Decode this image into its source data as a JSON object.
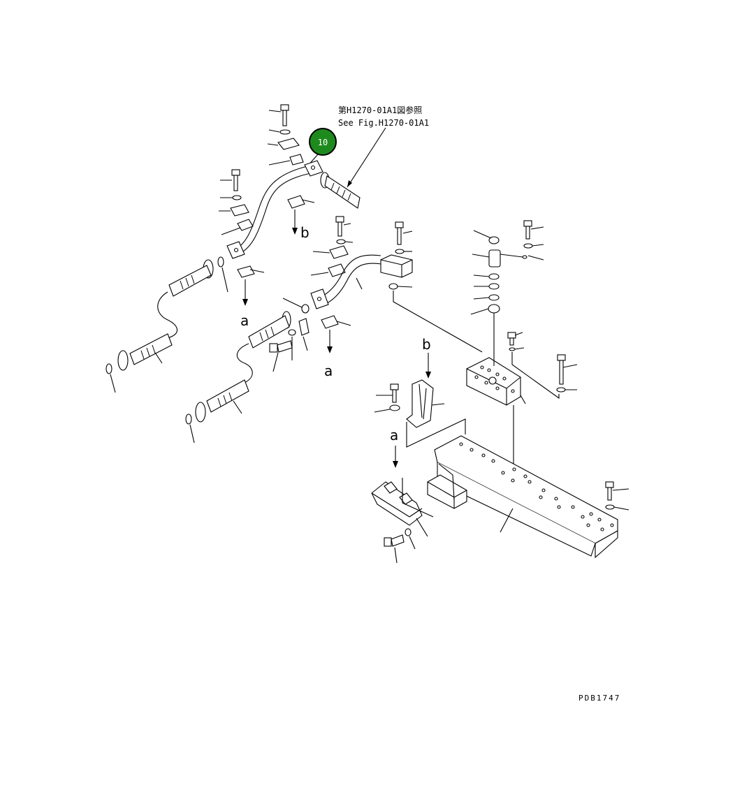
{
  "reference_note": {
    "jp": "第H1270-01A1図参照",
    "en": "See Fig.H1270-01A1"
  },
  "callout": {
    "number": "10",
    "color": "#1e8a1e"
  },
  "view_markers": {
    "b_upper": "b",
    "a_left": "a",
    "a_mid": "a",
    "b_lower": "b",
    "a_lower": "a"
  },
  "drawing_code": "PDB1747"
}
